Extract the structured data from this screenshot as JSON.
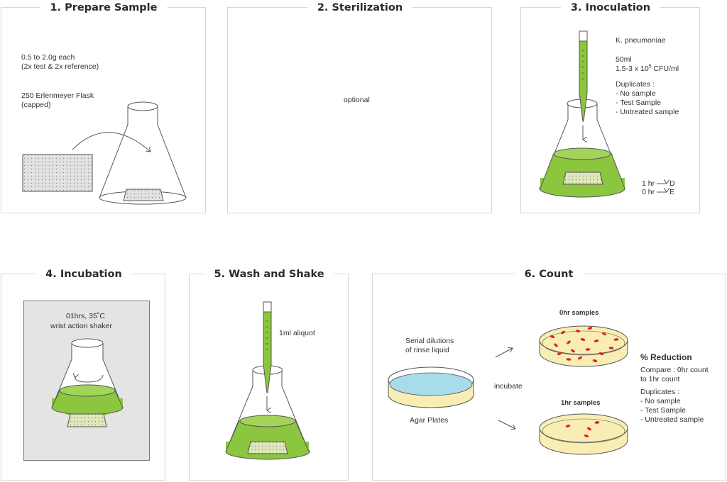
{
  "steps": {
    "s1": {
      "title": "1. Prepare Sample",
      "sample_weight": "0.5 to 2.0g each",
      "sample_count": "(2x test & 2x reference)",
      "flask_name": "250 Erlenmeyer Flask",
      "flask_note": "(capped)"
    },
    "s2": {
      "title": "2. Sterilization",
      "note": "optional"
    },
    "s3": {
      "title": "3. Inoculation",
      "organism": "K. pneumoniae",
      "volume": "50ml",
      "conc_prefix": "1.5-3 x 10",
      "conc_exp": "5",
      "conc_unit": " CFU/ml",
      "dup_header": "Duplicates :",
      "dup_items": [
        "- No sample",
        "- Test Sample",
        "- Untreated sample"
      ],
      "time_1": "1 hr",
      "label_1": "D",
      "time_0": "0 hr",
      "label_0": "E"
    },
    "s4": {
      "title": "4. Incubation",
      "condition": "01hrs, 35˚C",
      "shaker": "wrist action shaker"
    },
    "s5": {
      "title": "5. Wash and Shake",
      "aliquot": "1ml aliquot"
    },
    "s6": {
      "title": "6. Count",
      "serial_1": "Serial dilutions",
      "serial_2": "of rinse liquid",
      "plates": "Agar Plates",
      "incubate": "incubate",
      "zero_samples": "0hr samples",
      "one_samples": "1hr samples",
      "reduction": "% Reduction",
      "compare_1": "Compare : 0hr count",
      "compare_2": "to 1hr count",
      "dup_header": "Duplicates :",
      "dup_items": [
        "- No sample",
        "- Test Sample",
        "- Untreated sample"
      ]
    }
  },
  "colors": {
    "liquid_green": "#8cc63f",
    "liquid_green_top": "#a3d45a",
    "agar_yellow": "#f8eeb4",
    "dish_blue": "#a9dcea",
    "colony_red": "#e0222d",
    "panel_gray": "#e4e4e4",
    "line": "#555555",
    "sample_fill": "#e2e2e2"
  }
}
